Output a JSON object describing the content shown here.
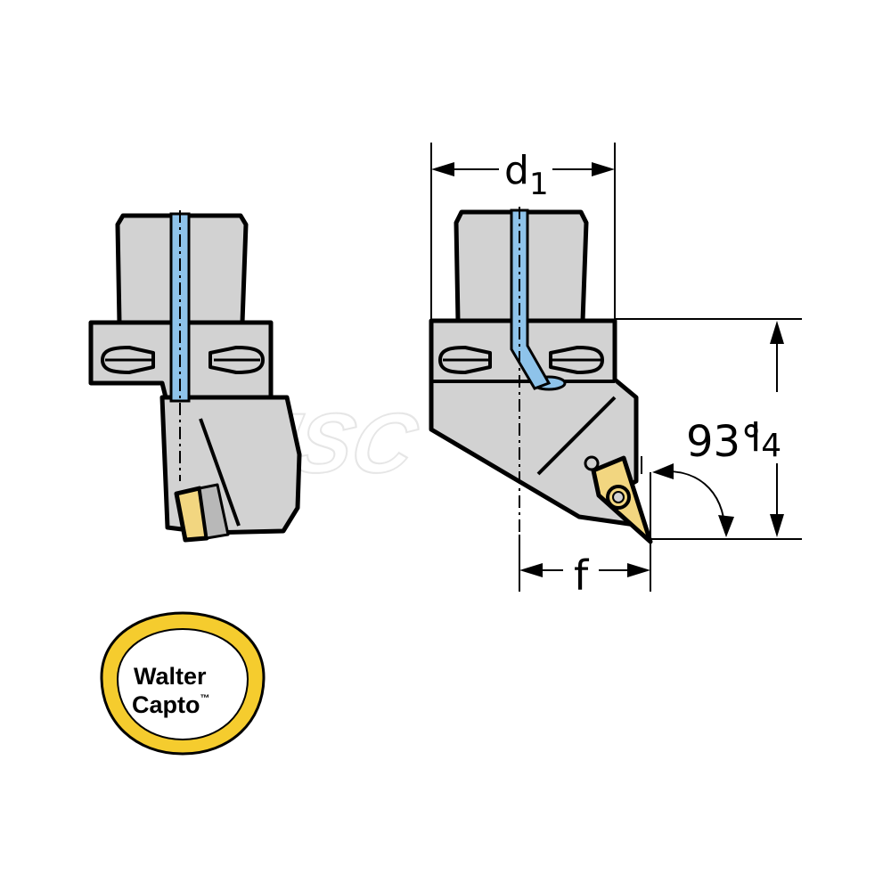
{
  "watermark": "MSC",
  "dimensions": {
    "d1": {
      "base": "d",
      "sub": "1"
    },
    "l4": {
      "base": "l",
      "sub": "4"
    },
    "f": "f",
    "angle": "93°"
  },
  "logo": {
    "line1": "Walter",
    "line2": "Capto",
    "mark": "™"
  },
  "colors": {
    "body": "#d2d2d2",
    "outline": "#000000",
    "coolant": "#8ec3ea",
    "insert": "#f2d680",
    "logo_ring": "#f5cc2e"
  }
}
